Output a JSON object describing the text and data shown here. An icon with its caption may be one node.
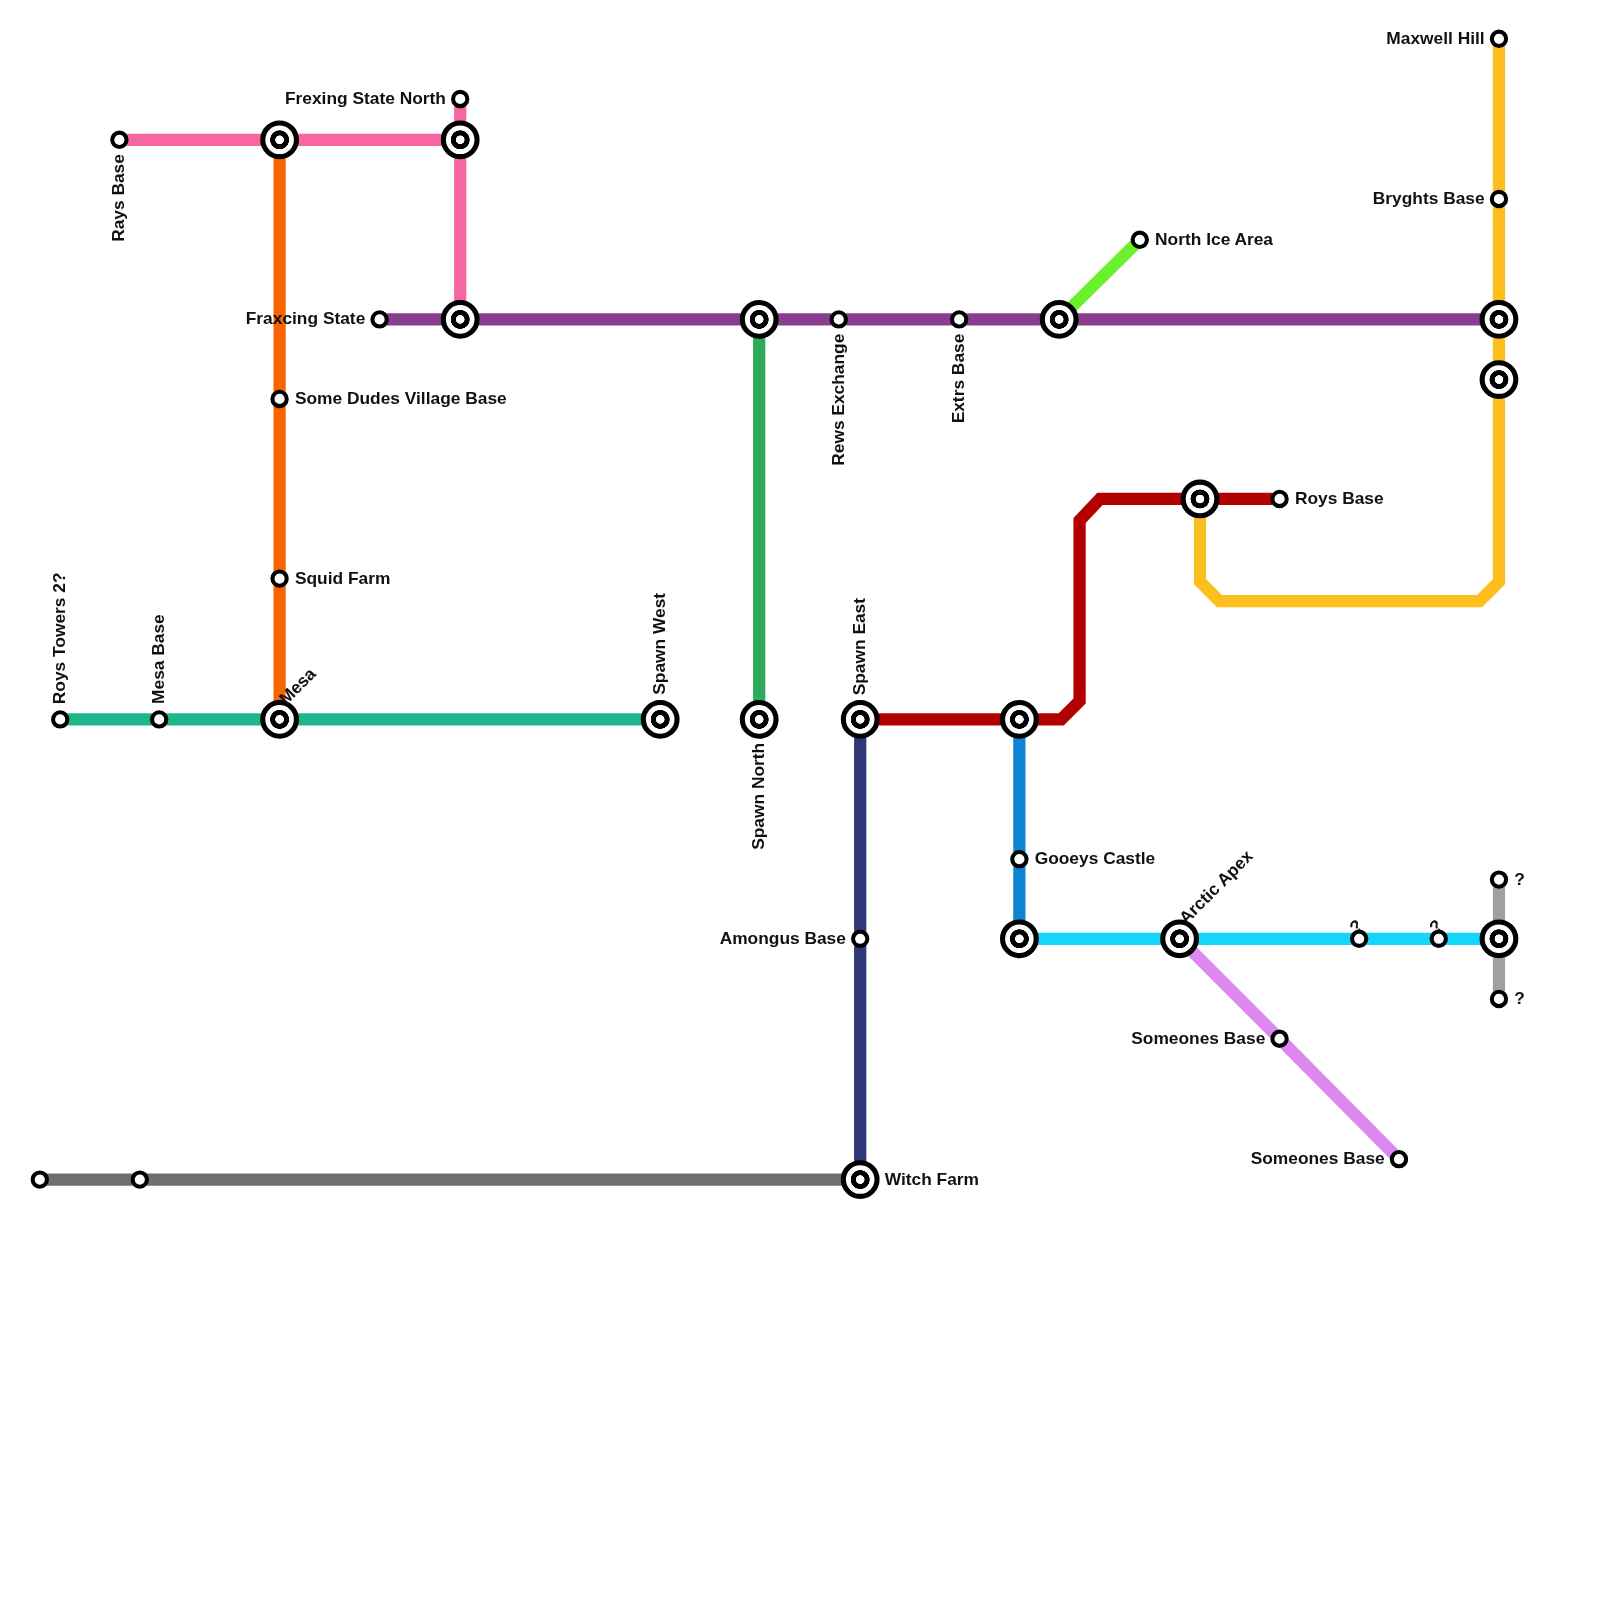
{
  "diagram": {
    "nodes": [
      {
        "text": [
          "Frexing State North"
        ]
      },
      {
        "text": [
          "Rays Base"
        ]
      },
      {
        "text": [],
        "shape": "circle"
      },
      {
        "text": [],
        "shape": "circle"
      },
      {
        "text": [
          "Fraxcing State"
        ]
      },
      {
        "text": [],
        "shape": "circle"
      },
      {
        "text": [
          "Some Dudes Village Base"
        ]
      },
      {
        "text": [],
        "shape": "circle"
      },
      {
        "text": [
          "Rews Exchange"
        ]
      },
      {
        "text": [
          "Extrs Base"
        ]
      },
      {
        "text": [
          "North Ice Area"
        ]
      },
      {
        "text": [],
        "shape": "circle"
      },
      {
        "text": [
          "Maxwell Hill"
        ]
      },
      {
        "text": [
          "Bryghts Base"
        ]
      },
      {
        "text": [],
        "shape": "circle"
      },
      {
        "text": [],
        "shape": "circle"
      },
      {
        "text": [
          "Roys Base"
        ]
      },
      {
        "text": [],
        "shape": "circle"
      },
      {
        "text": [
          "Squid Farm"
        ]
      },
      {
        "text": [
          "Roys Towers 2?"
        ]
      },
      {
        "text": [
          "Mesa Base"
        ]
      },
      {
        "text": [
          "Mesa"
        ]
      },
      {
        "text": [
          "Spawn West"
        ]
      },
      {
        "text": [
          "Spawn North"
        ]
      },
      {
        "text": [
          "Spawn East"
        ]
      },
      {
        "text": [],
        "shape": "circle"
      },
      {
        "text": [
          "Gooeys Castle"
        ]
      },
      {
        "text": [
          "Arctic Apex"
        ]
      },
      {
        "text": [],
        "shape": "circle"
      },
      {
        "text": [
          "?"
        ]
      },
      {
        "text": [
          "?"
        ]
      },
      {
        "text": [
          "?"
        ]
      },
      {
        "text": [],
        "shape": "circle"
      },
      {
        "text": [
          "?"
        ]
      },
      {
        "text": [
          "Amongus Base"
        ]
      },
      {
        "text": [
          "Someones Base"
        ]
      },
      {
        "text": [
          "Someones Base"
        ]
      },
      {
        "text": [],
        "shape": "circle"
      },
      {
        "text": [],
        "shape": "circle"
      },
      {
        "text": [
          "Witch Farm"
        ]
      }
    ],
    "edges": [
      {
        "from": 1,
        "to": 2,
        "arrow": "none",
        "color": "#f765a2"
      },
      {
        "from": 2,
        "to": 3,
        "arrow": "none",
        "color": "#f765a2"
      },
      {
        "from": 0,
        "to": 3,
        "arrow": "none",
        "color": "#f765a2"
      },
      {
        "from": 3,
        "to": 5,
        "arrow": "none",
        "color": "#f765a2"
      },
      {
        "from": 2,
        "to": 6,
        "arrow": "none",
        "color": "#f76400"
      },
      {
        "from": 6,
        "to": 18,
        "arrow": "none",
        "color": "#f76400"
      },
      {
        "from": 18,
        "to": 21,
        "arrow": "none",
        "color": "#f76400"
      },
      {
        "from": 4,
        "to": 5,
        "arrow": "none",
        "color": "#873e8f"
      },
      {
        "from": 5,
        "to": 7,
        "arrow": "none",
        "color": "#873e8f"
      },
      {
        "from": 7,
        "to": 8,
        "arrow": "none",
        "color": "#873e8f"
      },
      {
        "from": 8,
        "to": 9,
        "arrow": "none",
        "color": "#873e8f"
      },
      {
        "from": 9,
        "to": 11,
        "arrow": "none",
        "color": "#873e8f"
      },
      {
        "from": 11,
        "to": 14,
        "arrow": "none",
        "color": "#873e8f"
      },
      {
        "from": 11,
        "to": 10,
        "arrow": "none",
        "color": "#6af02c"
      },
      {
        "from": 12,
        "to": 13,
        "arrow": "none",
        "color": "#fdbf1e"
      },
      {
        "from": 13,
        "to": 14,
        "arrow": "none",
        "color": "#fdbf1e"
      },
      {
        "from": 14,
        "to": 15,
        "arrow": "none",
        "color": "#fdbf1e"
      },
      {
        "from": 15,
        "to": 17,
        "arrow": "none",
        "color": "#fdbf1e"
      },
      {
        "from": 17,
        "to": 16,
        "arrow": "none",
        "color": "#b30000"
      },
      {
        "from": 25,
        "to": 17,
        "arrow": "none",
        "color": "#b30000"
      },
      {
        "from": 24,
        "to": 25,
        "arrow": "none",
        "color": "#b30000"
      },
      {
        "from": 19,
        "to": 20,
        "arrow": "none",
        "color": "#1fb58a"
      },
      {
        "from": 20,
        "to": 21,
        "arrow": "none",
        "color": "#1fb58a"
      },
      {
        "from": 21,
        "to": 22,
        "arrow": "none",
        "color": "#1fb58a"
      },
      {
        "from": 7,
        "to": 23,
        "arrow": "none",
        "color": "#2eab5a"
      },
      {
        "from": 24,
        "to": 34,
        "arrow": "none",
        "color": "#2e3878"
      },
      {
        "from": 34,
        "to": 39,
        "arrow": "none",
        "color": "#2e3878"
      },
      {
        "from": 25,
        "to": 26,
        "arrow": "none",
        "color": "#0e85d2"
      },
      {
        "from": 26,
        "to": 28,
        "arrow": "none",
        "color": "#0e85d2"
      },
      {
        "from": 28,
        "to": 27,
        "arrow": "none",
        "color": "#15d6fa"
      },
      {
        "from": 27,
        "to": 29,
        "arrow": "none",
        "color": "#15d6fa"
      },
      {
        "from": 29,
        "to": 30,
        "arrow": "none",
        "color": "#15d6fa"
      },
      {
        "from": 30,
        "to": 32,
        "arrow": "none",
        "color": "#15d6fa"
      },
      {
        "from": 27,
        "to": 35,
        "arrow": "none",
        "color": "#dc88f1"
      },
      {
        "from": 35,
        "to": 36,
        "arrow": "none",
        "color": "#dc88f1"
      },
      {
        "from": 31,
        "to": 32,
        "arrow": "none",
        "color": "#a0a0a0"
      },
      {
        "from": 32,
        "to": 33,
        "arrow": "none",
        "color": "#a0a0a0"
      },
      {
        "from": 37,
        "to": 38,
        "arrow": "none",
        "color": "#6e6e6e"
      },
      {
        "from": 38,
        "to": 39,
        "arrow": "none",
        "color": "#6e6e6e"
      }
    ]
  }
}
